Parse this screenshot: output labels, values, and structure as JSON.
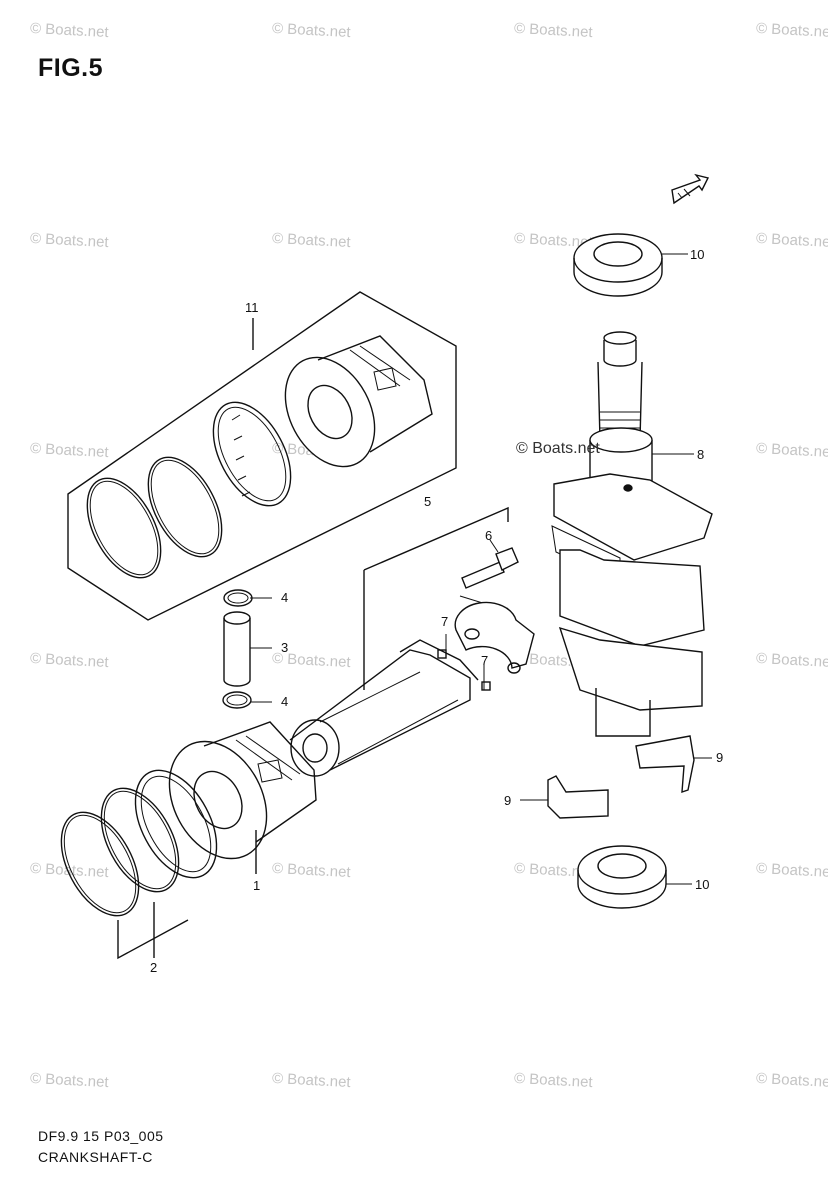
{
  "figure": {
    "title": "FIG.5",
    "code": "DF9.9 15 P03_005",
    "section": "CRANKSHAFT-C"
  },
  "watermark": {
    "text": "© Boats.net",
    "highlighted_text": "© Boats.net"
  },
  "callouts": {
    "c1": "1",
    "c2": "2",
    "c3": "3",
    "c4a": "4",
    "c4b": "4",
    "c5": "5",
    "c6": "6",
    "c7a": "7",
    "c7b": "7",
    "c8": "8",
    "c9a": "9",
    "c9b": "9",
    "c10a": "10",
    "c10b": "10",
    "c11": "11"
  },
  "icons": {
    "direction_arrow": "front-arrow-icon"
  }
}
